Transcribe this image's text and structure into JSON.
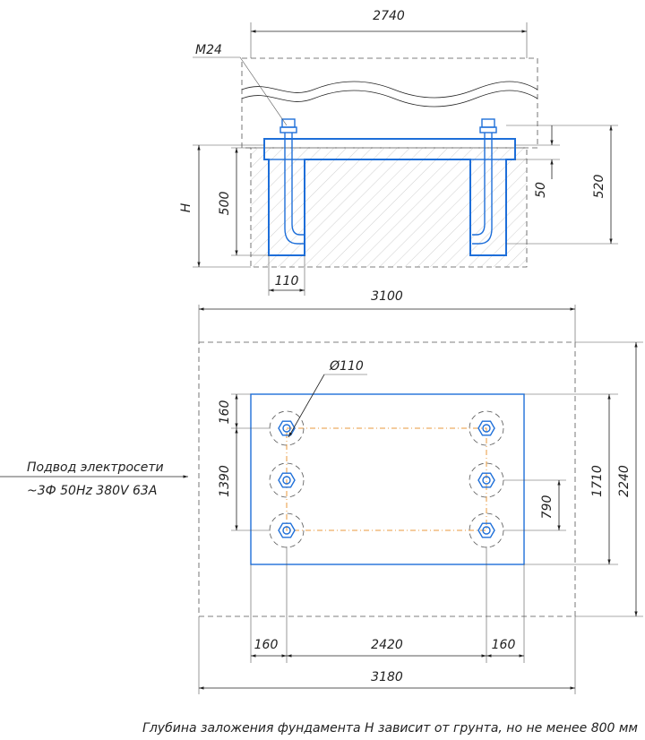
{
  "section_view": {
    "width_top": "2740",
    "bolt_label": "M24",
    "height_label": "H",
    "depth_500": "500",
    "depth_520": "520",
    "gap_50": "50",
    "pocket_110": "110"
  },
  "plan_view": {
    "width_3100": "3100",
    "diameter": "Ø110",
    "left_160": "160",
    "left_1390": "1390",
    "right_1710": "1710",
    "right_2240": "2240",
    "right_790": "790",
    "bottom_160_left": "160",
    "bottom_2420": "2420",
    "bottom_160_right": "160",
    "bottom_3180": "3180"
  },
  "power_supply": {
    "line1": "Подвод электросети",
    "line2": "~3Ф 50Hz 380V 63A"
  },
  "footnote": "Глубина заложения фундамента H зависит от грунта, но не менее 800 мм",
  "colors": {
    "outline": "#1e6fd9",
    "centerline": "#e89a3c",
    "dimension": "#222222"
  }
}
